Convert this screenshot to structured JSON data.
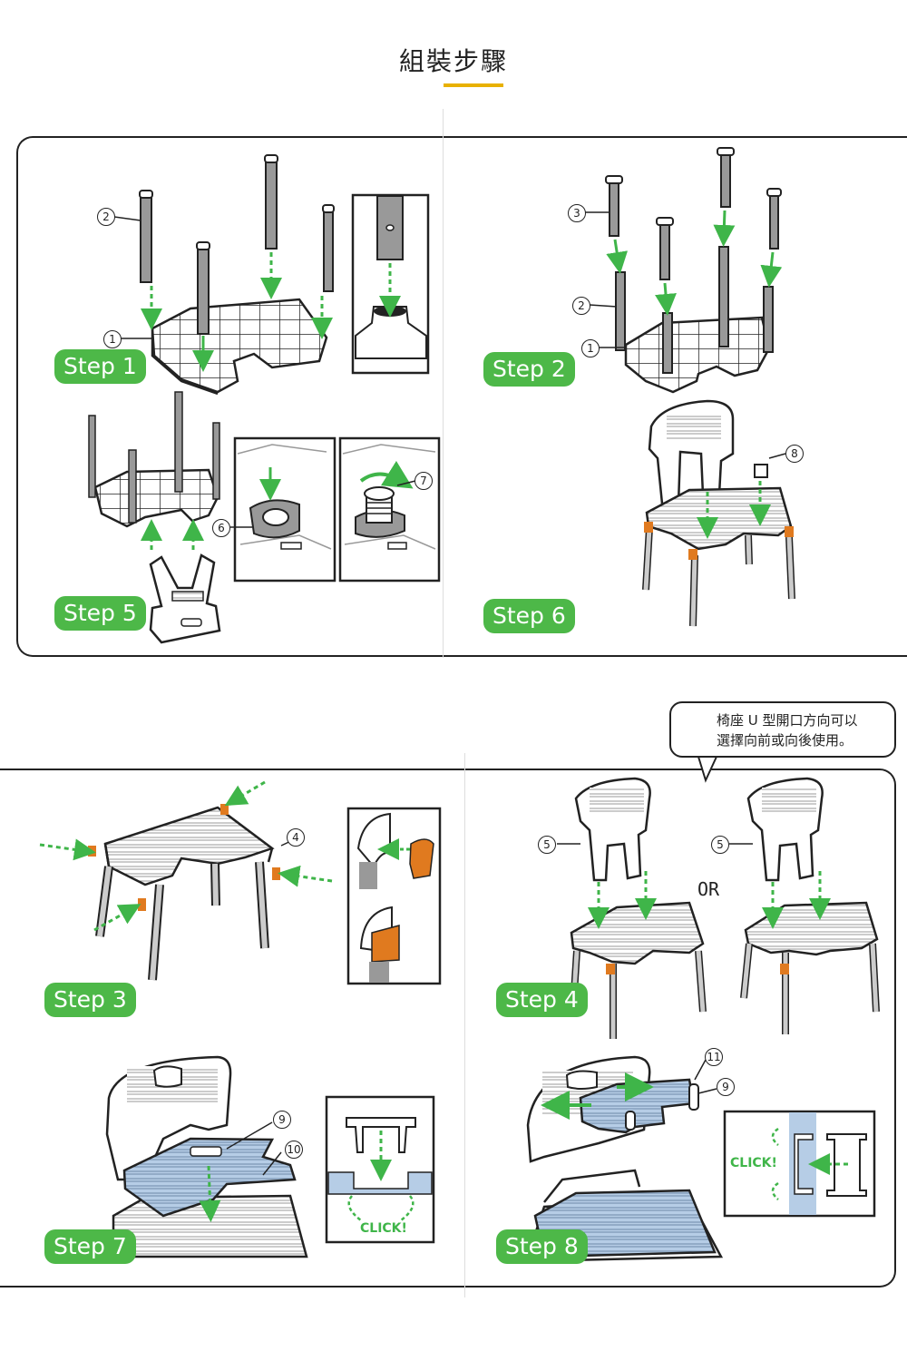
{
  "page": {
    "title": "組裝步驟"
  },
  "steps": {
    "s1": "Step 1",
    "s2": "Step 2",
    "s3": "Step 3",
    "s4": "Step 4",
    "s5": "Step 5",
    "s6": "Step 6",
    "s7": "Step 7",
    "s8": "Step 8"
  },
  "callout": {
    "line1": "椅座 U 型開口方向可以",
    "line2": "選擇向前或向後使用。"
  },
  "labels": {
    "or": "OR",
    "click": "CLICK!",
    "n1": "1",
    "n2": "2",
    "n3": "3",
    "n4": "4",
    "n5": "5",
    "n6": "6",
    "n7": "7",
    "n8": "8",
    "n9": "9",
    "n10": "10",
    "n11": "11"
  },
  "colors": {
    "green": "#4db848",
    "arrow": "#3fb549",
    "orange": "#e07a1f",
    "accent": "#e8b100",
    "blue": "#b6cde6"
  }
}
